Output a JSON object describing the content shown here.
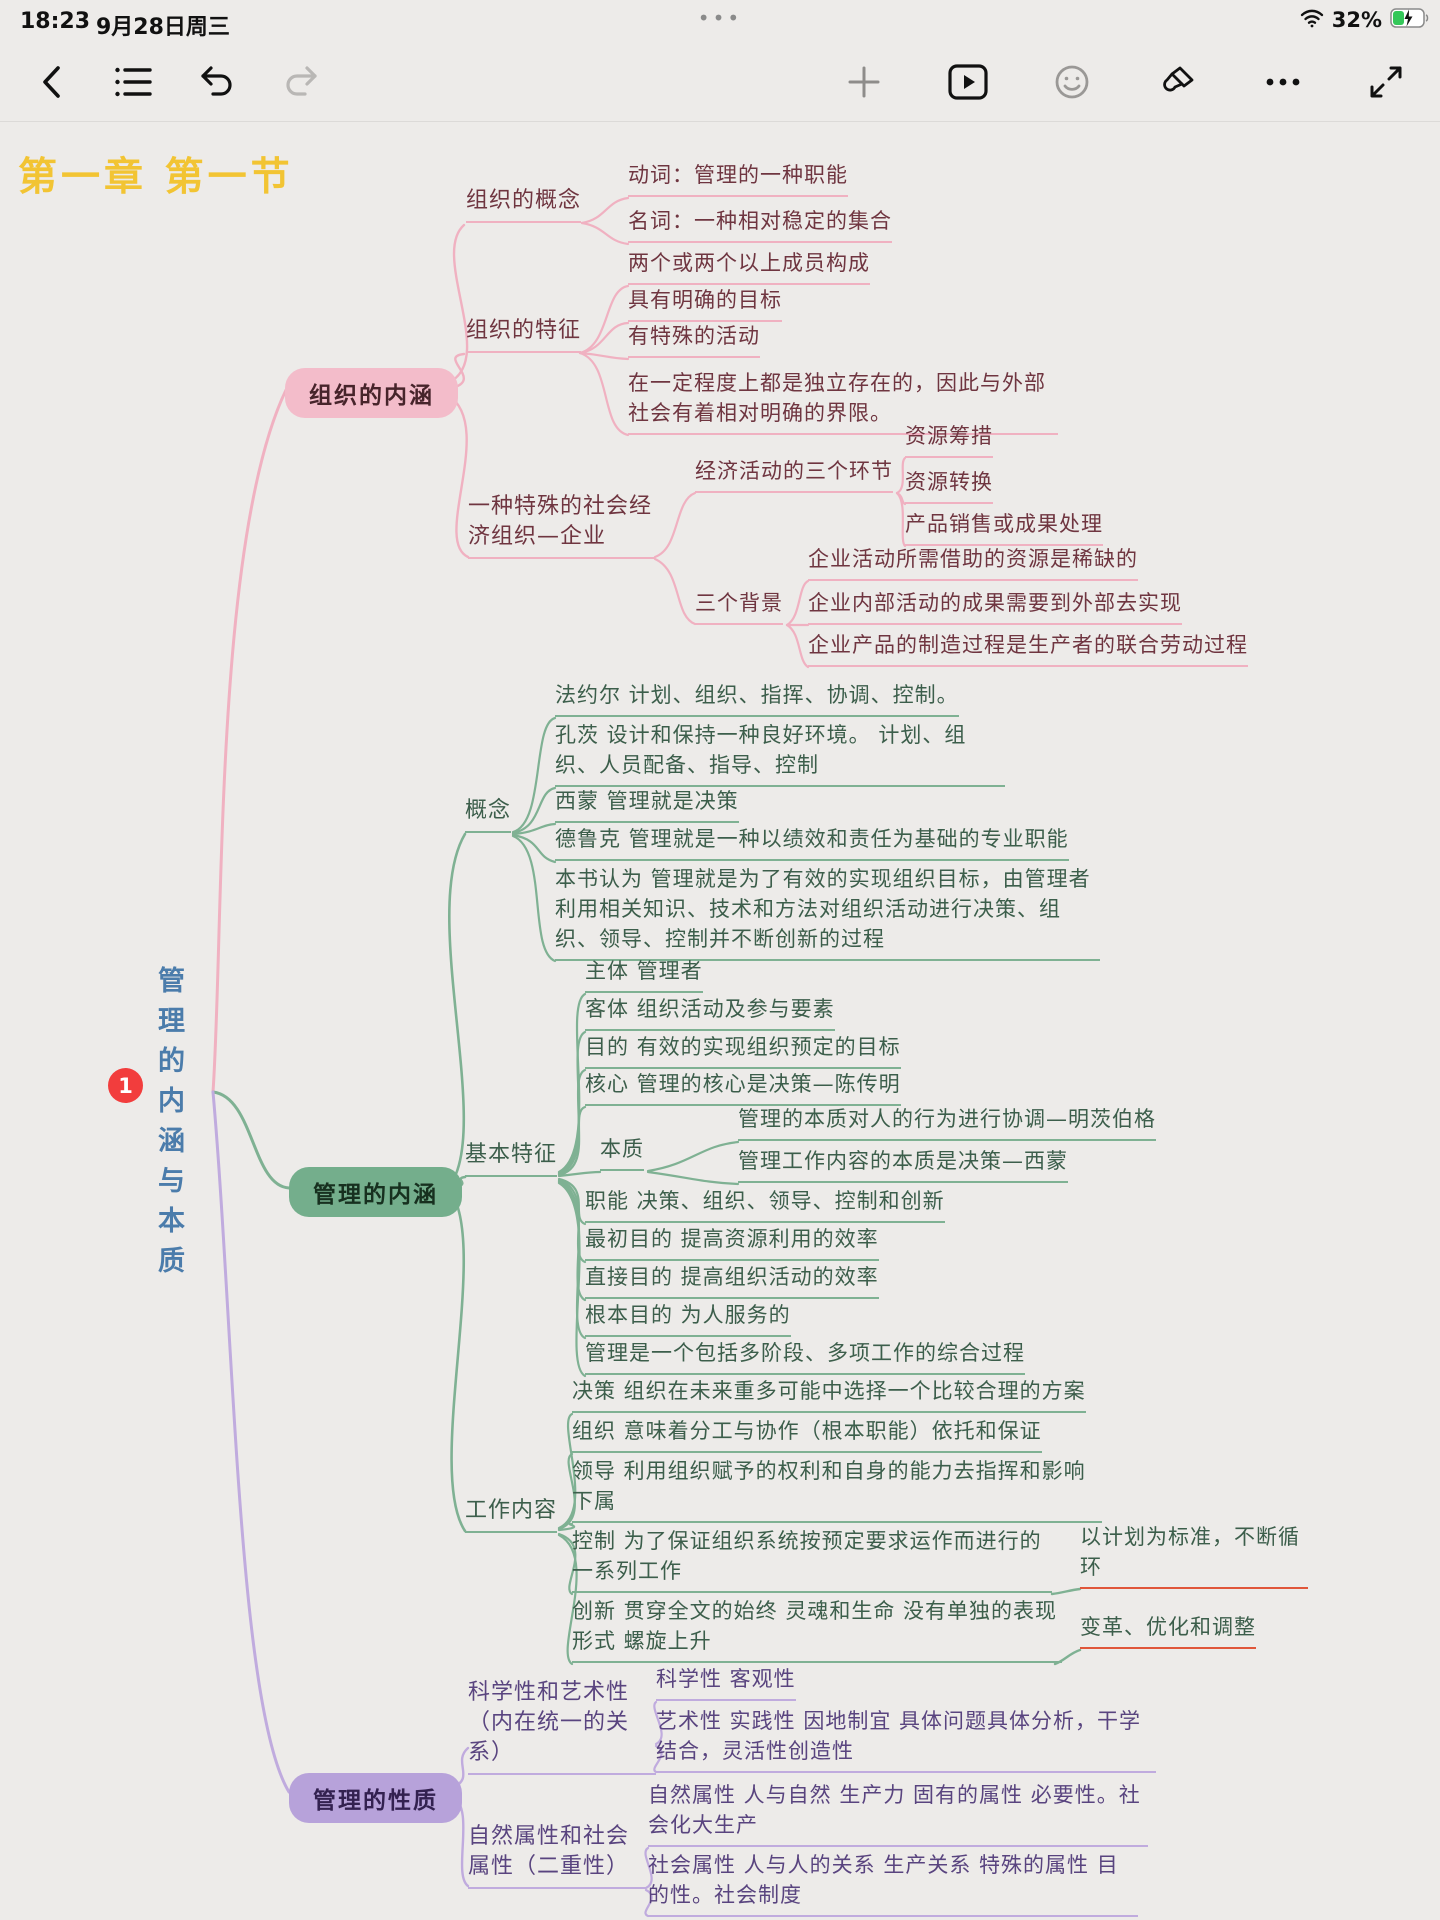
{
  "status_bar": {
    "time": "18:23",
    "date": "9月28日周三",
    "battery_percent": "32%",
    "home_indicator": "•••"
  },
  "toolbar": {
    "left_icons": [
      "back",
      "outline-list",
      "undo",
      "redo"
    ],
    "right_icons": [
      "add",
      "present-play",
      "emoji",
      "style-brush",
      "more",
      "fullscreen"
    ]
  },
  "canvas": {
    "page_title": "第一章 第一节"
  },
  "palette": {
    "pink_branch": "#f0b1c1",
    "green_branch": "#7fb193",
    "purple_branch": "#c0abde",
    "orange_underline": "#e0563a",
    "root_blue": "#4b7cab",
    "title_yellow": "#f2c433",
    "badge_red": "#f23d3d"
  },
  "map": {
    "root": {
      "label": "管理的内涵与本质",
      "badge": "1"
    },
    "branches": [
      {
        "label": "组织的内涵",
        "children": [
          {
            "label": "组织的概念",
            "children": [
              {
                "label": "动词：管理的一种职能"
              },
              {
                "label": "名词：一种相对稳定的集合"
              }
            ]
          },
          {
            "label": "组织的特征",
            "children": [
              {
                "label": "两个或两个以上成员构成"
              },
              {
                "label": "具有明确的目标"
              },
              {
                "label": "有特殊的活动"
              },
              {
                "label": "在一定程度上都是独立存在的，因此与外部社会有着相对明确的界限。"
              }
            ]
          },
          {
            "label": "一种特殊的社会经济组织—企业",
            "children": [
              {
                "label": "经济活动的三个环节",
                "children": [
                  {
                    "label": "资源筹措"
                  },
                  {
                    "label": "资源转换"
                  },
                  {
                    "label": "产品销售或成果处理"
                  }
                ]
              },
              {
                "label": "三个背景",
                "children": [
                  {
                    "label": "企业活动所需借助的资源是稀缺的"
                  },
                  {
                    "label": "企业内部活动的成果需要到外部去实现"
                  },
                  {
                    "label": "企业产品的制造过程是生产者的联合劳动过程"
                  }
                ]
              }
            ]
          }
        ]
      },
      {
        "label": "管理的内涵",
        "children": [
          {
            "label": "概念",
            "children": [
              {
                "label": "法约尔 计划、组织、指挥、协调、控制。"
              },
              {
                "label": "孔茨  设计和保持一种良好环境。 计划、组织、人员配备、指导、控制"
              },
              {
                "label": "西蒙  管理就是决策"
              },
              {
                "label": "德鲁克 管理就是一种以绩效和责任为基础的专业职能"
              },
              {
                "label": "本书认为 管理就是为了有效的实现组织目标，由管理者利用相关知识、技术和方法对组织活动进行决策、组织、领导、控制并不断创新的过程"
              }
            ]
          },
          {
            "label": "基本特征",
            "children": [
              {
                "label": "主体 管理者"
              },
              {
                "label": "客体 组织活动及参与要素"
              },
              {
                "label": "目的 有效的实现组织预定的目标"
              },
              {
                "label": "核心 管理的核心是决策—陈传明"
              },
              {
                "label": "本质",
                "children": [
                  {
                    "label": "管理的本质对人的行为进行协调—明茨伯格"
                  },
                  {
                    "label": "管理工作内容的本质是决策—西蒙"
                  }
                ]
              },
              {
                "label": "职能 决策、组织、领导、控制和创新"
              },
              {
                "label": "最初目的 提高资源利用的效率"
              },
              {
                "label": "直接目的 提高组织活动的效率"
              },
              {
                "label": "根本目的 为人服务的"
              },
              {
                "label": "管理是一个包括多阶段、多项工作的综合过程"
              }
            ]
          },
          {
            "label": "工作内容",
            "children": [
              {
                "label": "决策 组织在未来重多可能中选择一个比较合理的方案"
              },
              {
                "label": "组织 意味着分工与协作（根本职能）依托和保证"
              },
              {
                "label": "领导 利用组织赋予的权利和自身的能力去指挥和影响下属"
              },
              {
                "label": "控制 为了保证组织系统按预定要求运作而进行的一系列工作",
                "children": [
                  {
                    "label": "以计划为标准，不断循环"
                  }
                ]
              },
              {
                "label": "创新 贯穿全文的始终 灵魂和生命 没有单独的表现形式 螺旋上升",
                "children": [
                  {
                    "label": "变革、优化和调整"
                  }
                ]
              }
            ]
          }
        ]
      },
      {
        "label": "管理的性质",
        "children": [
          {
            "label": "科学性和艺术性（内在统一的关系）",
            "children": [
              {
                "label": "科学性 客观性"
              },
              {
                "label": "艺术性 实践性 因地制宜 具体问题具体分析，干学结合，灵活性创造性"
              }
            ]
          },
          {
            "label": "自然属性和社会属性（二重性）",
            "children": [
              {
                "label": "自然属性 人与自然 生产力 固有的属性 必要性。社会化大生产"
              },
              {
                "label": "社会属性 人与人的关系 生产关系 特殊的属性 目的性。社会制度"
              }
            ]
          }
        ]
      }
    ]
  }
}
